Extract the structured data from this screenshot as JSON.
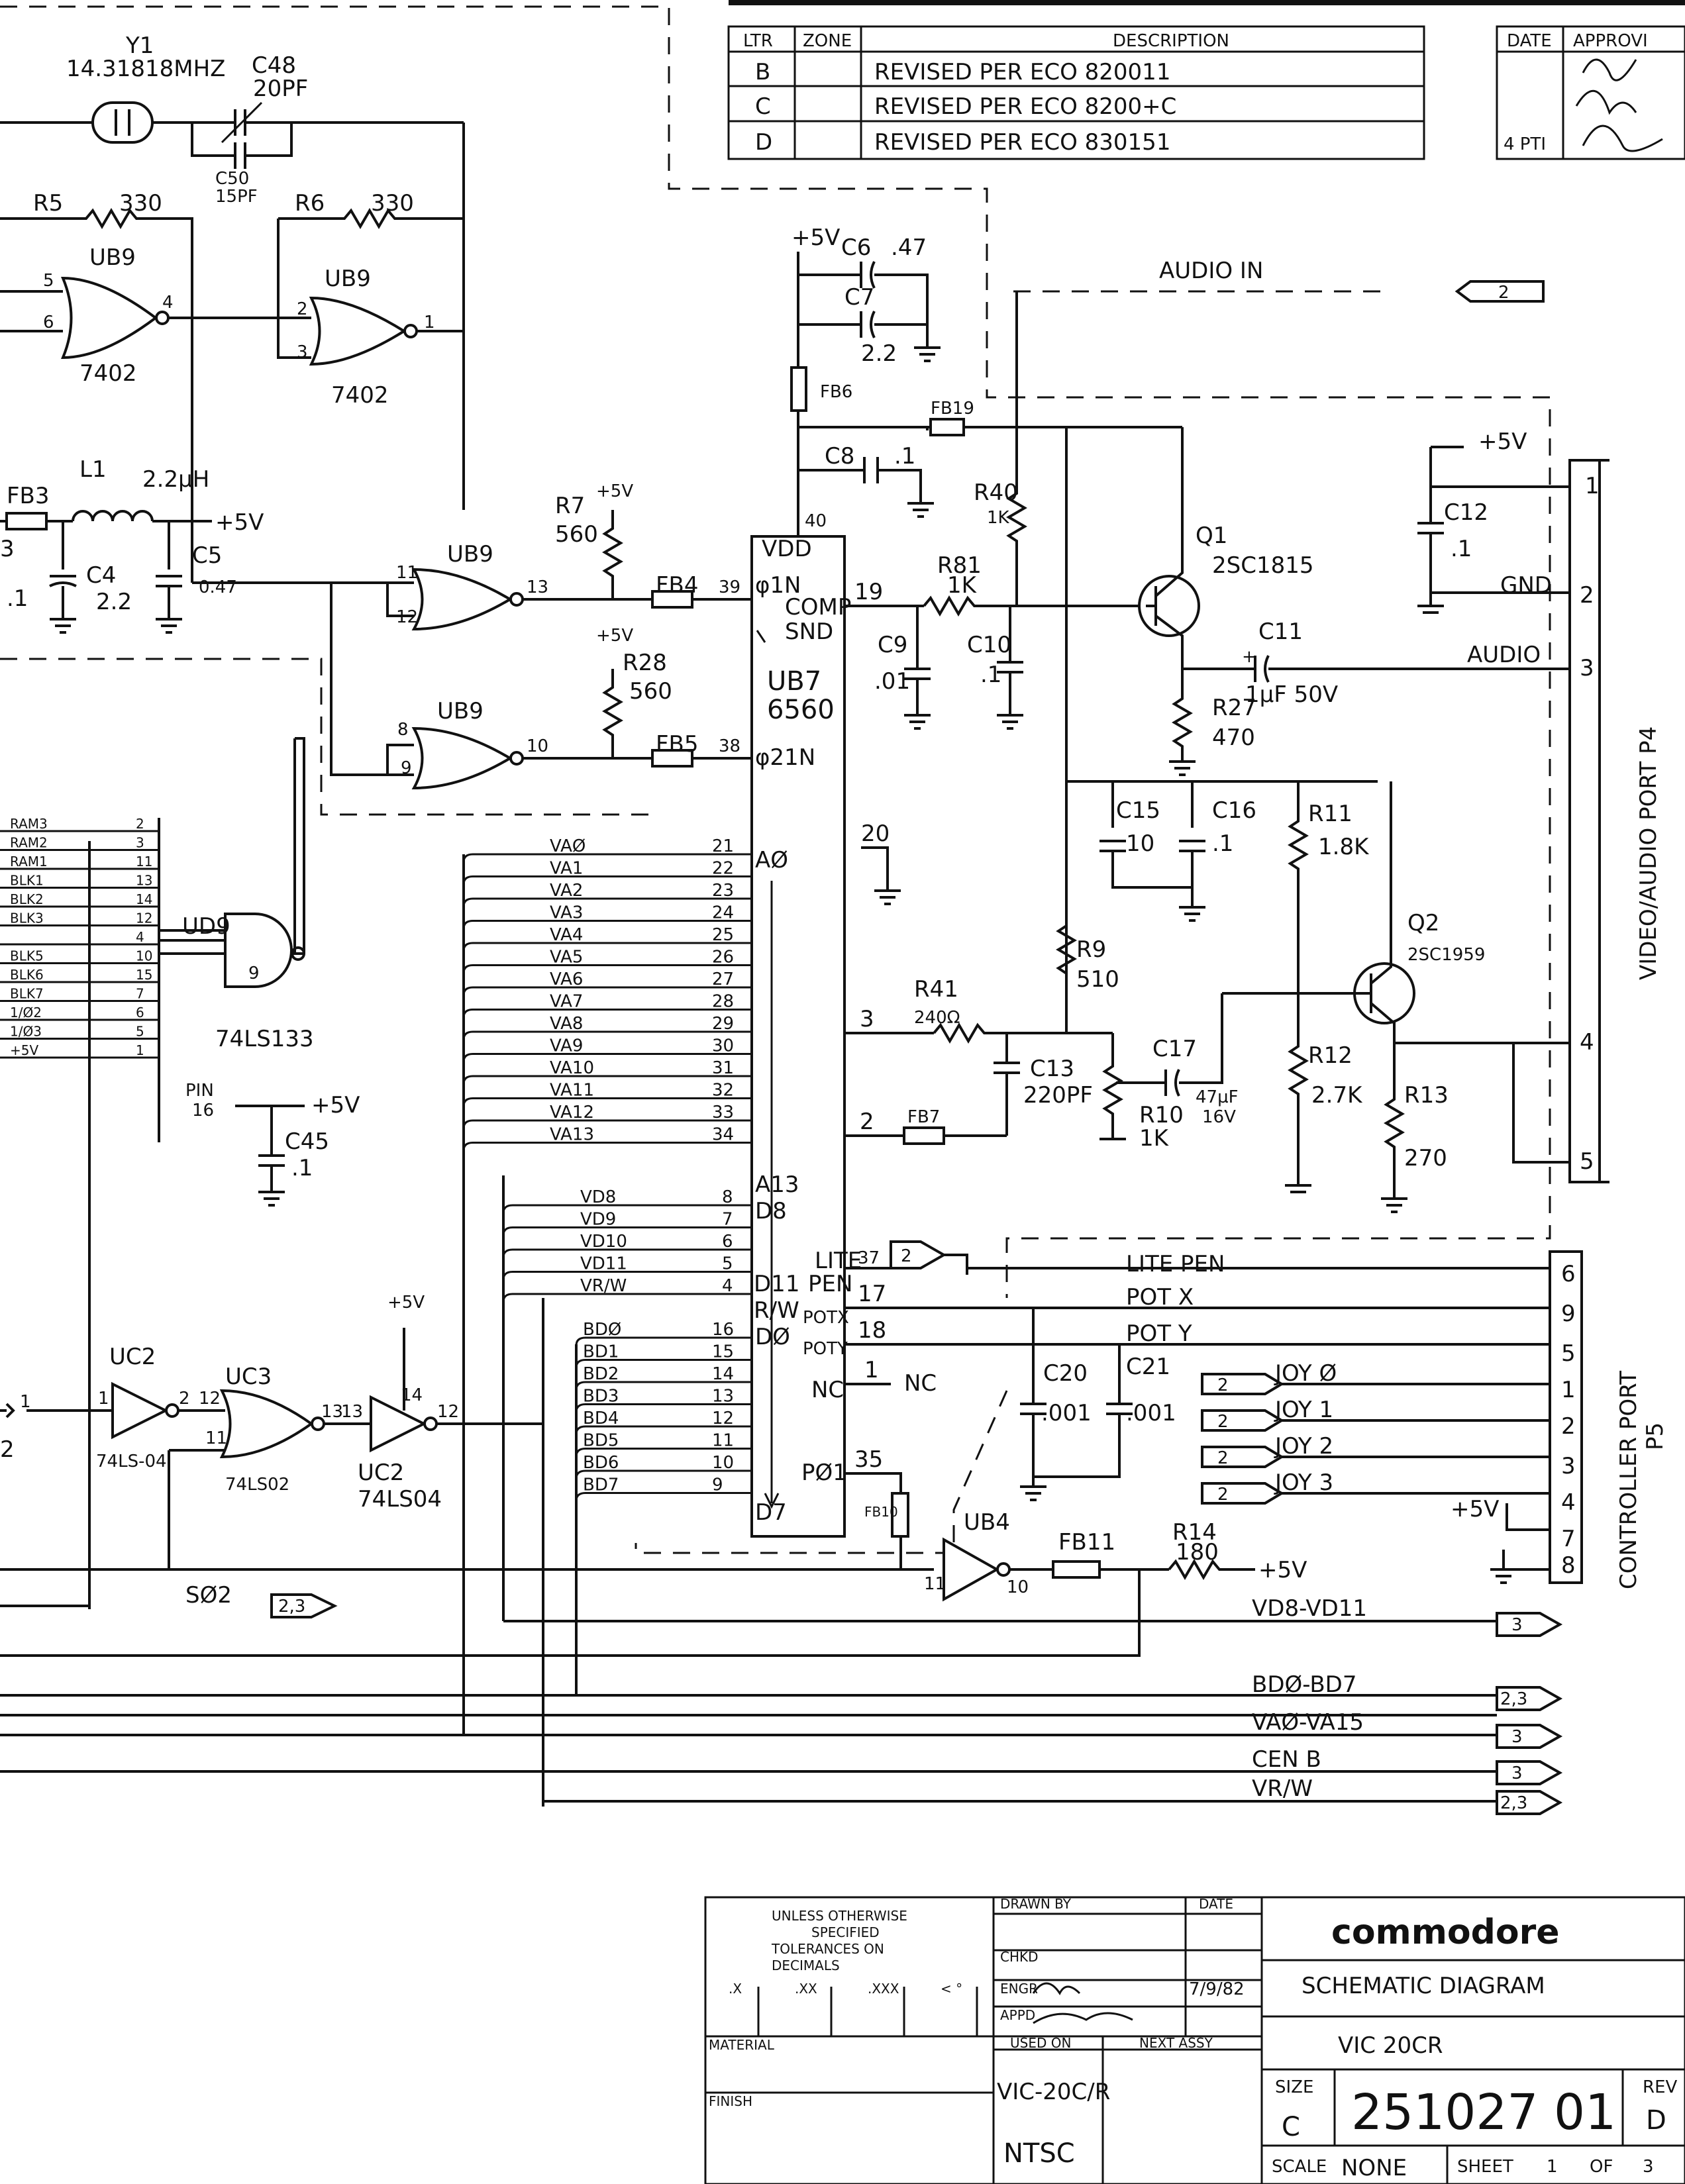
{
  "revisions": {
    "headers": {
      "ltr": "LTR",
      "zone": "ZONE",
      "description": "DESCRIPTION",
      "date": "DATE",
      "approval": "APPROVI"
    },
    "rows": [
      {
        "ltr": "B",
        "description": "REVISED PER ECO 820011"
      },
      {
        "ltr": "C",
        "description": "REVISED PER ECO 8200+C"
      },
      {
        "ltr": "D",
        "description": "REVISED PER ECO 830151",
        "date": "4 PTI"
      }
    ]
  },
  "oscillator": {
    "y1": "Y1",
    "freq": "14.31818MHZ",
    "c48": "C48",
    "c48v": "20PF",
    "c50": "C50",
    "c50v": "15PF"
  },
  "resistors_top": {
    "r5": "R5",
    "r5v": "330",
    "r6": "R6",
    "r6v": "330"
  },
  "gates_top": {
    "ub9a": "UB9",
    "ub9b": "UB9",
    "t7402a": "7402",
    "t7402b": "7402",
    "p5": "5",
    "p6": "6",
    "p4": "4",
    "p2": "2",
    "p3": "3",
    "p1": "1"
  },
  "power_filter": {
    "fb3": "FB3",
    "l1": "L1",
    "l1v": "2.2µH",
    "c4": "C4",
    "c4v": "2.2",
    "c5": "C5",
    "c5v": "0.47",
    "v5": "+5V",
    "n3": "3",
    "n1": ".1"
  },
  "clock_gates": {
    "r7": "R7",
    "r7v": "560",
    "r28": "R28",
    "r28v": "560",
    "ub9c": "UB9",
    "ub9d": "UB9",
    "fb4": "FB4",
    "fb5": "FB5",
    "v5a": "+5V",
    "v5b": "+5V",
    "p11": "11",
    "p12": "12",
    "p13": "13",
    "p8": "8",
    "p9": "9",
    "p10": "10",
    "p39": "39",
    "p38": "38"
  },
  "vic": {
    "name": "UB7",
    "part": "6560",
    "vdd": "VDD",
    "phi1": "φ1N",
    "comp": "COMP",
    "snd": "SND",
    "phi2": "φ21N",
    "a0": "AØ",
    "a13": "A13",
    "d8": "D8",
    "d11": "D11",
    "rw": "R/W",
    "d0": "DØ",
    "d7": "D7",
    "lite": "LITE",
    "pen": "PEN",
    "potx": "POTX",
    "poty": "POTY",
    "nc": "NC",
    "nc2": "NC",
    "pφ1": "PØ1",
    "pin40": "40",
    "pin19": "19",
    "pin20": "20",
    "pin3": "3",
    "pin2": "2",
    "pin37": "37",
    "pin17": "17",
    "pin18": "18",
    "pin1": "1",
    "pin35": "35"
  },
  "addr_bus": [
    {
      "name": "VAØ",
      "pin": "21"
    },
    {
      "name": "VA1",
      "pin": "22"
    },
    {
      "name": "VA2",
      "pin": "23"
    },
    {
      "name": "VA3",
      "pin": "24"
    },
    {
      "name": "VA4",
      "pin": "25"
    },
    {
      "name": "VA5",
      "pin": "26"
    },
    {
      "name": "VA6",
      "pin": "27"
    },
    {
      "name": "VA7",
      "pin": "28"
    },
    {
      "name": "VA8",
      "pin": "29"
    },
    {
      "name": "VA9",
      "pin": "30"
    },
    {
      "name": "VA10",
      "pin": "31"
    },
    {
      "name": "VA11",
      "pin": "32"
    },
    {
      "name": "VA12",
      "pin": "33"
    },
    {
      "name": "VA13",
      "pin": "34"
    }
  ],
  "data_hi": [
    {
      "name": "VD8",
      "pin": "8"
    },
    {
      "name": "VD9",
      "pin": "7"
    },
    {
      "name": "VD10",
      "pin": "6"
    },
    {
      "name": "VD11",
      "pin": "5"
    },
    {
      "name": "VR/W",
      "pin": "4"
    }
  ],
  "data_lo": [
    {
      "name": "BDØ",
      "pin": "16"
    },
    {
      "name": "BD1",
      "pin": "15"
    },
    {
      "name": "BD2",
      "pin": "14"
    },
    {
      "name": "BD3",
      "pin": "13"
    },
    {
      "name": "BD4",
      "pin": "12"
    },
    {
      "name": "BD5",
      "pin": "11"
    },
    {
      "name": "BD6",
      "pin": "10"
    },
    {
      "name": "BD7",
      "pin": "9"
    }
  ],
  "audio": {
    "v5": "+5V",
    "c6": "C6",
    "c6v": ".47",
    "c7": "C7",
    "c7v": "2.2",
    "fb6": "FB6",
    "fb19": "FB19",
    "c8": "C8",
    "c8v": ".1",
    "r40": "R40",
    "r40v": "1K",
    "r81": "R81",
    "r81v": "1K",
    "c9": "C9",
    "c9v": ".01",
    "c10": "C10",
    "c10v": ".1",
    "q1": "Q1",
    "q1v": "2SC1815",
    "c11": "C11",
    "c11v": "1µF 50V",
    "r27": "R27",
    "r27v": "470",
    "audio_in": "AUDIO IN",
    "in_tag": "2"
  },
  "video": {
    "c15": "C15",
    "c15v": "10",
    "c16": "C16",
    "c16v": ".1",
    "r11": "R11",
    "r11v": "1.8K",
    "q2": "Q2",
    "q2v": "2SC1959",
    "r9": "R9",
    "r9v": "510",
    "r41": "R41",
    "r41v": "240Ω",
    "c13": "C13",
    "c13v": "220PF",
    "c17": "C17",
    "c17v": "47µF",
    "c17v2": "16V",
    "r10": "R10",
    "r10v": "1K",
    "r12": "R12",
    "r12v": "2.7K",
    "r13": "R13",
    "r13v": "270",
    "fb7": "FB7"
  },
  "port_p4": {
    "title": "VIDEO/AUDIO PORT P4",
    "pins": [
      "1",
      "2",
      "3",
      "4",
      "5"
    ],
    "gnd": "GND",
    "audio": "AUDIO",
    "v5": "+5V",
    "c12": "C12",
    "c12v": ".1"
  },
  "port_p5": {
    "title": "CONTROLLER PORT",
    "sub": "P5",
    "pins": [
      "6",
      "9",
      "5",
      "1",
      "2",
      "3",
      "4",
      "7",
      "8"
    ],
    "lite_pen": "LITE PEN",
    "pot_x": "POT X",
    "pot_y": "POT Y",
    "joys": [
      "JOY Ø",
      "JOY 1",
      "JOY 2",
      "JOY 3"
    ],
    "joy_tag": "2",
    "v5": "+5V",
    "c20": "C20",
    "c20v": ".001",
    "c21": "C21",
    "c21v": ".001",
    "lp_tag": "2"
  },
  "decoder": {
    "inputs": [
      "RAM3",
      "RAM2",
      "RAM1",
      "BLK1",
      "BLK2",
      "BLK3",
      "",
      "BLK5",
      "BLK6",
      "BLK7",
      "1/Ø2",
      "1/Ø3",
      "+5V"
    ],
    "pins": [
      "2",
      "3",
      "11",
      "13",
      "14",
      "12",
      "4",
      "10",
      "15",
      "7",
      "6",
      "5",
      "1"
    ],
    "name": "UD9",
    "part": "74LS133",
    "out": "9",
    "pin": "PIN",
    "pin16": "16",
    "v5": "+5V",
    "c45": "C45",
    "c45v": ".1"
  },
  "bottom_gates": {
    "uc2": "UC2",
    "uc2p": "74LS-04",
    "uc3": "UC3",
    "uc3p": "74LS02",
    "uc2b": "UC2",
    "uc2bp": "74LS04",
    "v5": "+5V",
    "p1": "1",
    "p2": "2",
    "p12": "12",
    "p11": "11",
    "p13": "13",
    "p14": "14",
    "p12b": "12",
    "p13b": "13",
    "left2": "2"
  },
  "bottom_right": {
    "ub4": "UB4",
    "fb10": "FB10",
    "fb11": "FB11",
    "r14": "R14",
    "r14v": "180",
    "v5": "+5V",
    "p11": "11",
    "p10": "10"
  },
  "offpage": [
    {
      "label": "SØ2",
      "tag": "2,3"
    },
    {
      "label": "VD8-VD11",
      "tag": "3"
    },
    {
      "label": "BDØ-BD7",
      "tag": "2,3"
    },
    {
      "label": "VAØ-VA15",
      "tag": "3"
    },
    {
      "label": "CEN B",
      "tag": "3"
    },
    {
      "label": "VR/W",
      "tag": "2,3"
    }
  ],
  "title_block": {
    "tolerances": [
      "UNLESS OTHERWISE",
      "SPECIFIED",
      "TOLERANCES ON",
      "DECIMALS"
    ],
    "tol_cols": [
      ".X",
      ".XX",
      ".XXX",
      "< °"
    ],
    "material": "MATERIAL",
    "finish": "FINISH",
    "drawn_by": "DRAWN BY",
    "date": "DATE",
    "chkd": "CHKD",
    "engr": "ENGR",
    "appd": "APPD",
    "engr_date": "7/9/82",
    "used_on": "USED ON",
    "next_assy": "NEXT ASSY",
    "used_on_val1": "VIC-20C/R",
    "used_on_val2": "NTSC",
    "company": "commodore",
    "title": "SCHEMATIC DIAGRAM",
    "subtitle": "VIC 20CR",
    "size": "SIZE",
    "size_val": "C",
    "dwg_no": "251027 01",
    "rev": "REV",
    "rev_val": "D",
    "scale": "SCALE",
    "scale_val": "NONE",
    "sheet": "SHEET",
    "sheet_val": "1",
    "of": "OF",
    "of_val": "3"
  }
}
